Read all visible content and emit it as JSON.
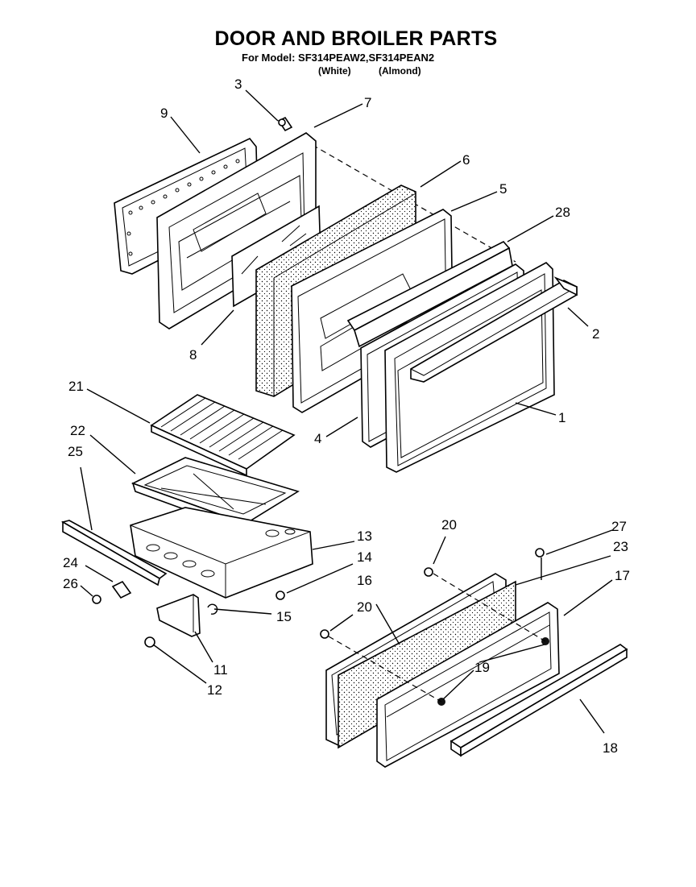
{
  "title": "DOOR AND BROILER PARTS",
  "subtitle": "For Model: SF314PEAW2,SF314PEAN2",
  "variants": [
    "(White)",
    "(Almond)"
  ],
  "callouts": [
    {
      "id": "c1",
      "label": "1"
    },
    {
      "id": "c2",
      "label": "2"
    },
    {
      "id": "c3",
      "label": "3"
    },
    {
      "id": "c4",
      "label": "4"
    },
    {
      "id": "c5",
      "label": "5"
    },
    {
      "id": "c6",
      "label": "6"
    },
    {
      "id": "c7",
      "label": "7"
    },
    {
      "id": "c8",
      "label": "8"
    },
    {
      "id": "c9",
      "label": "9"
    },
    {
      "id": "c11",
      "label": "11"
    },
    {
      "id": "c12",
      "label": "12"
    },
    {
      "id": "c13",
      "label": "13"
    },
    {
      "id": "c14",
      "label": "14"
    },
    {
      "id": "c15",
      "label": "15"
    },
    {
      "id": "c16",
      "label": "16"
    },
    {
      "id": "c17",
      "label": "17"
    },
    {
      "id": "c18",
      "label": "18"
    },
    {
      "id": "c19",
      "label": "19"
    },
    {
      "id": "c20a",
      "label": "20"
    },
    {
      "id": "c20b",
      "label": "20"
    },
    {
      "id": "c21",
      "label": "21"
    },
    {
      "id": "c22",
      "label": "22"
    },
    {
      "id": "c23",
      "label": "23"
    },
    {
      "id": "c24",
      "label": "24"
    },
    {
      "id": "c25",
      "label": "25"
    },
    {
      "id": "c26",
      "label": "26"
    },
    {
      "id": "c27",
      "label": "27"
    },
    {
      "id": "c28",
      "label": "28"
    }
  ]
}
